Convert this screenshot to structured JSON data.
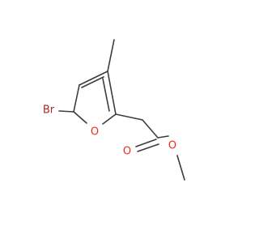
{
  "molecule": {
    "atoms": {
      "bromine": {
        "label": "Br",
        "color": "#a52a2a"
      },
      "ring_oxygen": {
        "label": "O",
        "color": "#ee2e1f"
      },
      "carbonyl_oxygen": {
        "label": "O",
        "color": "#ee2e1f"
      },
      "ester_oxygen": {
        "label": "O",
        "color": "#ee2e1f"
      }
    },
    "bond_color": "#3c3c3c"
  }
}
